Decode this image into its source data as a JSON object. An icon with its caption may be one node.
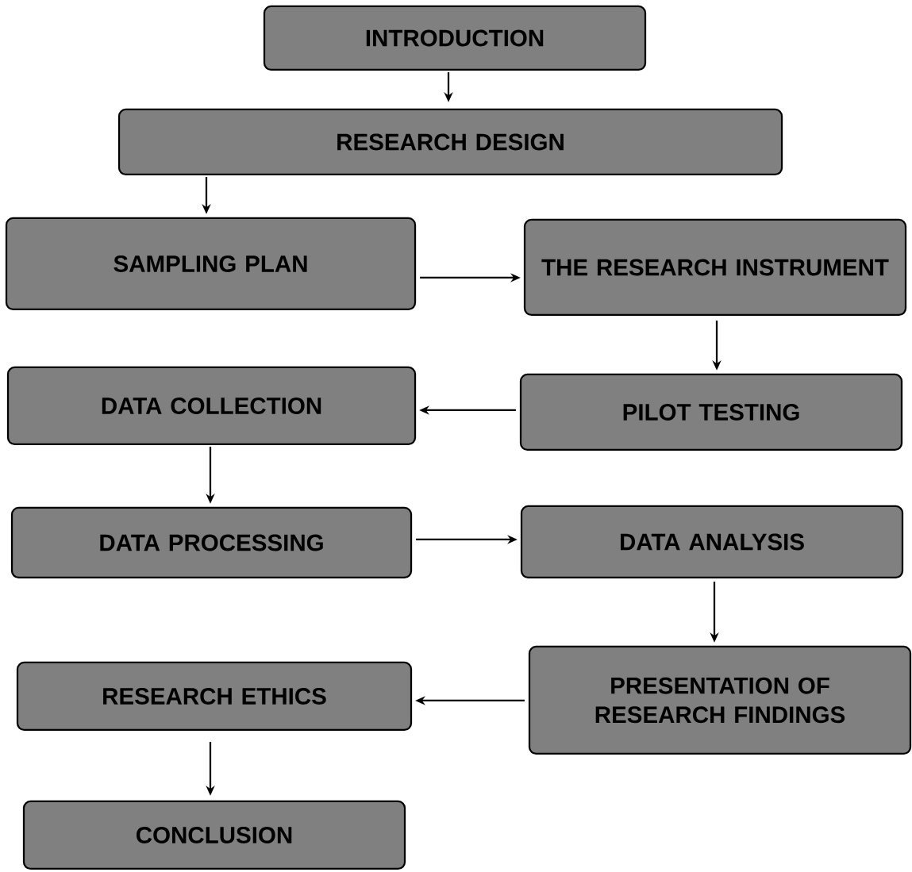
{
  "diagram": {
    "nodes": [
      {
        "text": [
          "INTRODUCTION"
        ]
      },
      {
        "text": [
          "RESEARCH DESIGN"
        ]
      },
      {
        "text": [
          "SAMPLING PLAN"
        ]
      },
      {
        "text": [
          "THE RESEARCH INSTRUMENT"
        ]
      },
      {
        "text": [
          "PILOT TESTING"
        ]
      },
      {
        "text": [
          "DATA COLLECTION"
        ]
      },
      {
        "text": [
          "DATA PROCESSING"
        ]
      },
      {
        "text": [
          "DATA ANALYSIS"
        ]
      },
      {
        "text": [
          "PRESENTATION OF RESEARCH FINDINGS"
        ]
      },
      {
        "text": [
          "RESEARCH ETHICS"
        ]
      },
      {
        "text": [
          "CONCLUSION"
        ]
      }
    ],
    "edges": [
      {
        "from": 0,
        "to": 1,
        "arrow": "to"
      },
      {
        "from": 1,
        "to": 2,
        "arrow": "to"
      },
      {
        "from": 2,
        "to": 3,
        "arrow": "to"
      },
      {
        "from": 3,
        "to": 4,
        "arrow": "to"
      },
      {
        "from": 4,
        "to": 5,
        "arrow": "to"
      },
      {
        "from": 5,
        "to": 6,
        "arrow": "to"
      },
      {
        "from": 6,
        "to": 7,
        "arrow": "to"
      },
      {
        "from": 7,
        "to": 8,
        "arrow": "to"
      },
      {
        "from": 8,
        "to": 9,
        "arrow": "to"
      },
      {
        "from": 9,
        "to": 10,
        "arrow": "to"
      }
    ]
  }
}
